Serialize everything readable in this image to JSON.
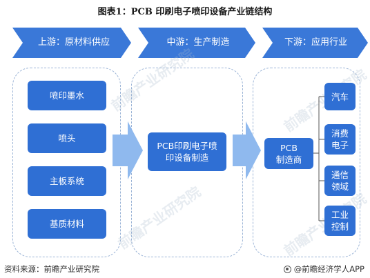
{
  "title": "图表1：PCB 印刷电子喷印设备产业链结构",
  "stages": {
    "upstream": "上游：原材料供应",
    "midstream": "中游：生产制造",
    "downstream": "下游：应用行业"
  },
  "upstream_items": [
    "喷印墨水",
    "喷头",
    "主板系统",
    "基质材料"
  ],
  "midstream_box": [
    "PCB印刷电子喷",
    "印设备制造"
  ],
  "downstream_box": [
    "PCB",
    "制造商"
  ],
  "applications": [
    [
      "汽车"
    ],
    [
      "消费",
      "电子"
    ],
    [
      "通信",
      "领域"
    ],
    [
      "工业",
      "控制"
    ]
  ],
  "watermark": "前瞻产业研究院",
  "footer": {
    "source": "资料来源：前瞻产业研究院",
    "brand": "@前瞻经济学人APP"
  },
  "colors": {
    "box_blue": "#2f6fd4",
    "chevron_blue": "#3a78d8",
    "arrow_light": "#8fb9ee",
    "panel_border": "#9ab3d6"
  }
}
